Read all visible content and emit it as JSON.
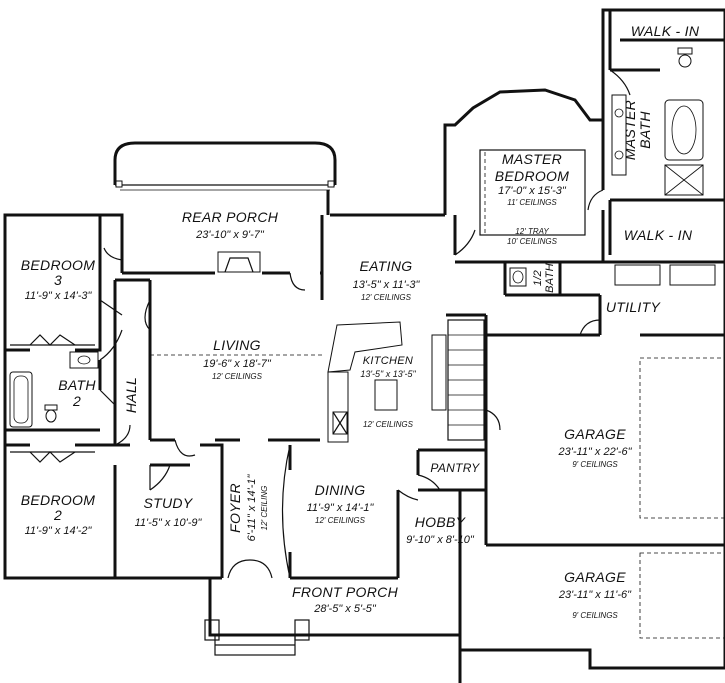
{
  "rooms": {
    "walkin_top": "WALK - IN",
    "master_bath": [
      "MASTER",
      "BATH"
    ],
    "master_bedroom": {
      "name": [
        "MASTER",
        "BEDROOM"
      ],
      "dim": "17'-0\" x 15'-3\"",
      "note1": "11' CEILINGS",
      "note2": "12' TRAY",
      "note3": "10' CEILINGS"
    },
    "walkin_bottom": "WALK - IN",
    "rear_porch": {
      "name": "REAR PORCH",
      "dim": "23'-10\" x 9'-7\""
    },
    "bedroom3": {
      "name": [
        "BEDROOM",
        "3"
      ],
      "dim": "11'-9\" x 14'-3\""
    },
    "eating": {
      "name": "EATING",
      "dim": "13'-5\" x 11'-3\"",
      "note": "12' CEILINGS"
    },
    "half_bath": [
      "1/2",
      "BATH"
    ],
    "utility": "UTILITY",
    "living": {
      "name": "LIVING",
      "dim": "19'-6\" x 18'-7\"",
      "note": "12' CEILINGS"
    },
    "kitchen": {
      "name": "KITCHEN",
      "dim": "13'-5\" x 13'-5\"",
      "note": "12' CEILINGS"
    },
    "bath2": [
      "BATH",
      "2"
    ],
    "hall": "HALL",
    "garage_main": {
      "name": "GARAGE",
      "dim": "23'-11\" x 22'-6\"",
      "note": "9' CEILINGS"
    },
    "pantry": "PANTRY",
    "bedroom2": {
      "name": [
        "BEDROOM",
        "2"
      ],
      "dim": "11'-9\" x 14'-2\""
    },
    "study": {
      "name": "STUDY",
      "dim": "11'-5\" x 10'-9\""
    },
    "foyer": {
      "name": "FOYER",
      "dim": "6'-11\" x 14'-1\"",
      "note": "12' CEILING"
    },
    "dining": {
      "name": "DINING",
      "dim": "11'-9\" x 14'-1\"",
      "note": "12' CEILINGS"
    },
    "hobby": {
      "name": "HOBBY",
      "dim": "9'-10\" x 8'-10\""
    },
    "garage_small": {
      "name": "GARAGE",
      "dim": "23'-11\" x 11'-6\"",
      "note": "9' CEILINGS"
    },
    "front_porch": {
      "name": "FRONT PORCH",
      "dim": "28'-5\" x 5'-5\""
    }
  }
}
